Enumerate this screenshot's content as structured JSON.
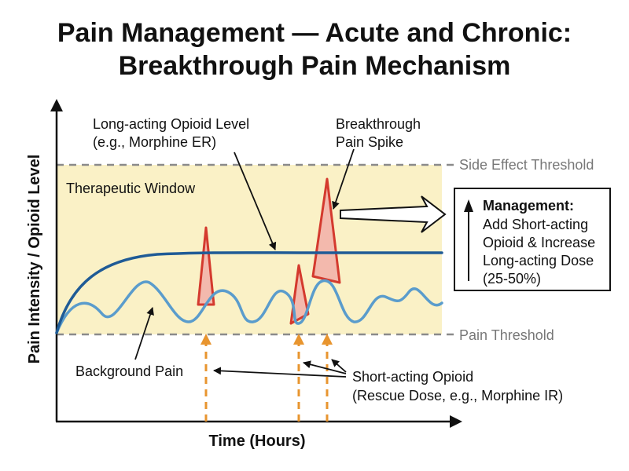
{
  "title": {
    "line1": "Pain Management — Acute and Chronic:",
    "line2": "Breakthrough Pain Mechanism"
  },
  "axes": {
    "y_label": "Pain Intensity / Opioid Level",
    "x_label": "Time (Hours)"
  },
  "labels": {
    "long_acting_line1": "Long-acting Opioid Level",
    "long_acting_line2": "(e.g., Morphine ER)",
    "breakthrough_line1": "Breakthrough",
    "breakthrough_line2": "Pain Spike",
    "therapeutic_window": "Therapeutic Window",
    "side_effect_threshold": "Side Effect Threshold",
    "pain_threshold": "Pain Threshold",
    "background_pain": "Background Pain",
    "short_acting_line1": "Short-acting Opioid",
    "short_acting_line2": "(Rescue Dose, e.g., Morphine IR)"
  },
  "management": {
    "heading": "Management:",
    "line1": "Add Short-acting",
    "line2": "Opioid & Increase",
    "line3": "Long-acting Dose",
    "line4": "(25-50%)"
  },
  "colors": {
    "therapeutic_window_fill": "#faf1c6",
    "long_acting_line": "#1f5b96",
    "background_pain_line": "#5a9ccc",
    "spike_stroke": "#d43a2e",
    "spike_fill": "#f3b9ad",
    "rescue_arrow": "#e8952f",
    "threshold_dash": "#8a8a8a"
  }
}
